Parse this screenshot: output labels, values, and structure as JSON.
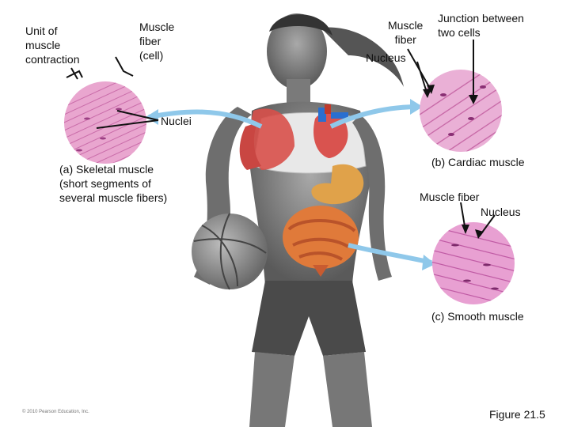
{
  "skeletal": {
    "label_unit": "Unit of\nmuscle\ncontraction",
    "label_fiber": "Muscle\nfiber\n(cell)",
    "label_nuclei": "Nuclei",
    "caption": "(a) Skeletal muscle\n(short segments of\nseveral muscle fibers)"
  },
  "cardiac": {
    "label_fiber": "Muscle\nfiber",
    "label_junction": "Junction between\ntwo cells",
    "label_nucleus": "Nucleus",
    "caption": "(b) Cardiac muscle"
  },
  "smooth": {
    "label_fiber": "Muscle fiber",
    "label_nucleus": "Nucleus",
    "caption": "(c) Smooth muscle"
  },
  "copyright": "© 2010 Pearson Education, Inc.",
  "figure_ref": "Figure 21.5",
  "colors": {
    "tissue_pink": "#e9a6cf",
    "tissue_dark": "#c25fa0",
    "arrow_blue": "#8fc8ea",
    "skin_gray": "#8c8c8c",
    "muscle_red": "#d8504a"
  }
}
